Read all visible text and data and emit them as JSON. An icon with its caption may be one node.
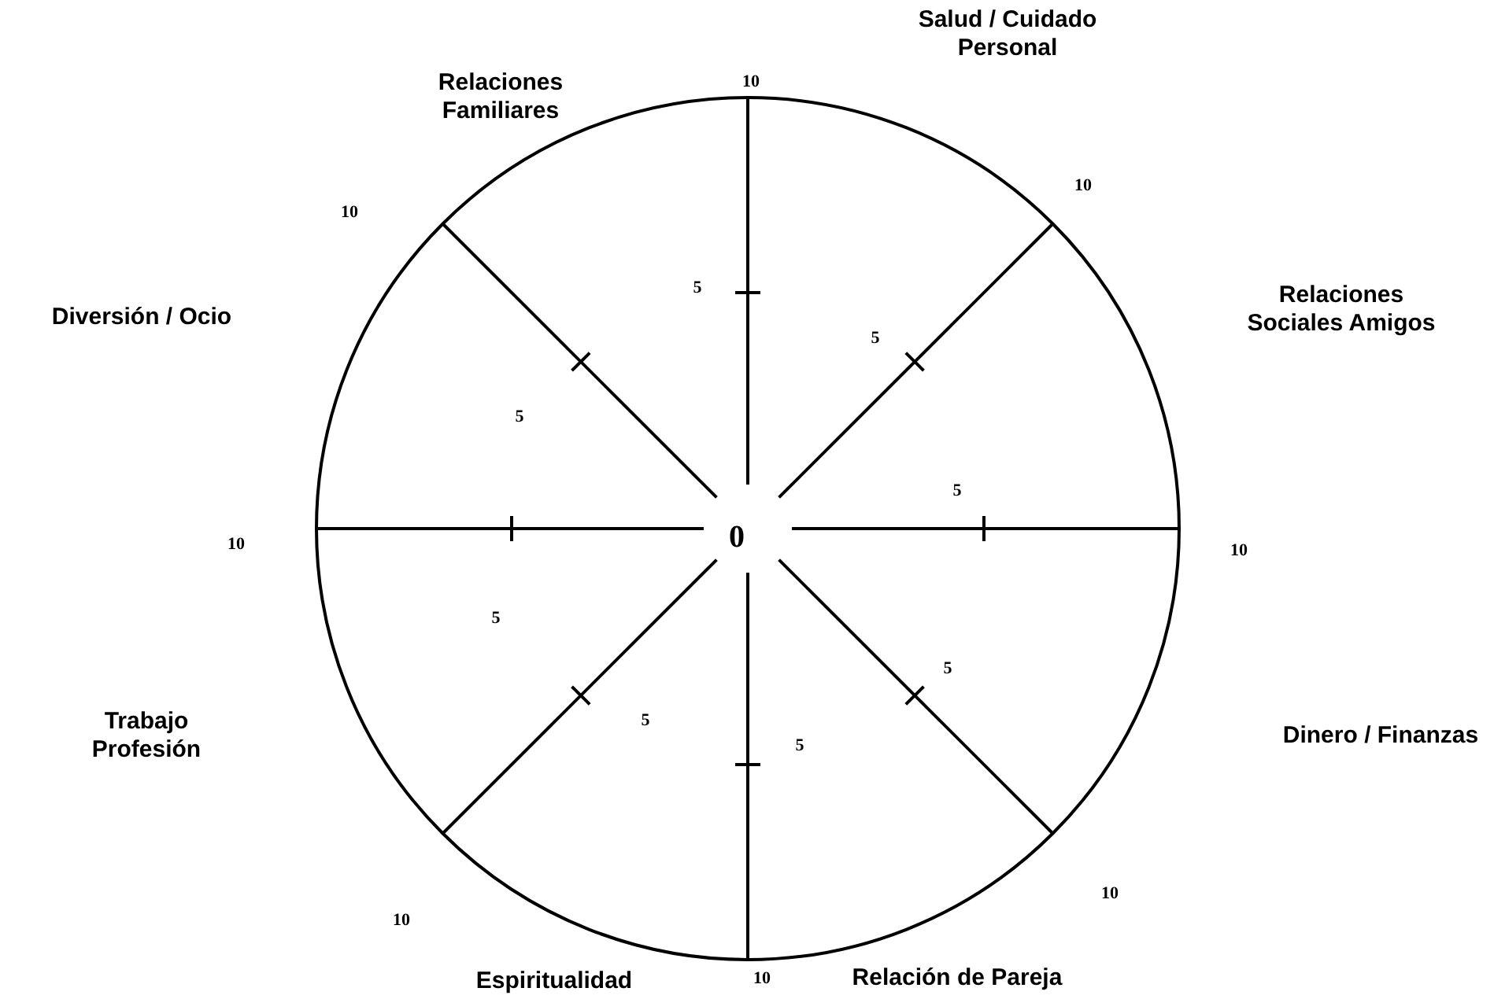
{
  "diagram": {
    "labels": [
      "Relaciones Familiares",
      "10",
      "Salud / Cuidado Personal",
      "10",
      "10",
      "Diversión / Ocio",
      "5",
      "Relaciones Sociales Amigos",
      "5",
      "5",
      "5",
      "10",
      "0",
      "10",
      "5",
      "5",
      "Trabajo Profesión",
      "5",
      "5",
      "Dinero / Finanzas",
      "10",
      "10",
      "Espiritualidad",
      "10",
      "Relación de Pareja"
    ]
  }
}
